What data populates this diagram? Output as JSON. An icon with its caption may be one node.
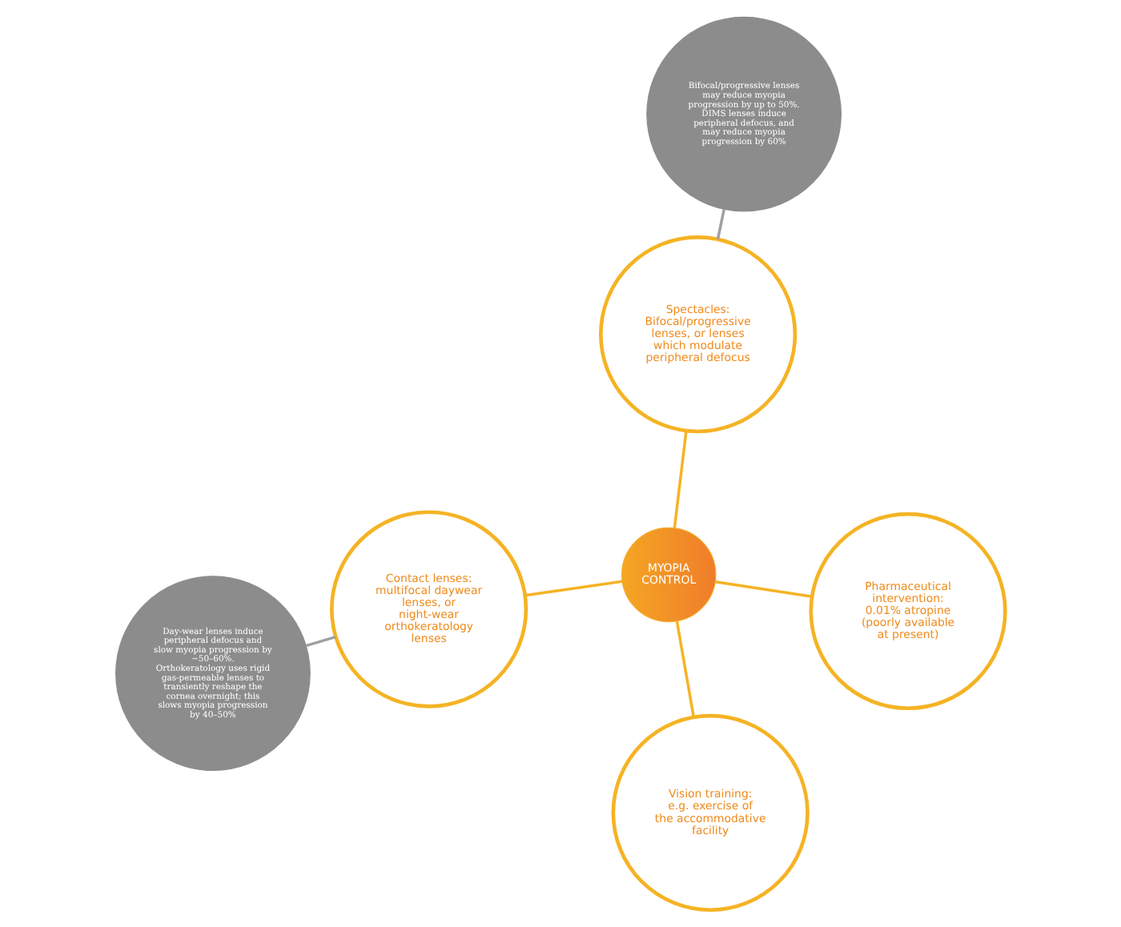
{
  "diagram": {
    "nodes": [
      {
        "text": [
          "MYOPIA CONTROL"
        ]
      },
      {
        "text": [
          "Pharmaceutical intervention: 0.01% atropine (poorly available at present)"
        ]
      },
      {
        "text": [
          "Day-wear lenses induce peripheral defocus and slow myopia progression by ~50–60%.",
          "Orthokeratology uses rigid gas-permeable lenses to transiently reshape the cornea overnight; this slows myopia progression by 40–50%"
        ]
      },
      {
        "text": [
          "Contact lenses: multifocal daywear lenses, or night-wear orthokeratology lenses"
        ]
      },
      {
        "text": [
          "Spectacles: Bifocal/progressive lenses, or lenses which modulate peripheral defocus"
        ]
      },
      {
        "text": [
          "Bifocal/progressive lenses may reduce myopia progression by up to 50%.",
          "DIMS lenses induce peripheral defocus, and may reduce myopia progression by 60%"
        ]
      },
      {
        "text": [
          "Vision training: e.g. exercise of the accommodative facility"
        ]
      }
    ],
    "edges": [
      {
        "from": 0,
        "to": 1,
        "arrow": "none"
      },
      {
        "from": 0,
        "to": 3,
        "arrow": "none"
      },
      {
        "from": 2,
        "to": 3,
        "arrow": "none",
        "color": "#a0a0a0"
      },
      {
        "from": 0,
        "to": 4,
        "arrow": "none"
      },
      {
        "from": 5,
        "to": 4,
        "arrow": "none",
        "color": "#a0a0a0"
      },
      {
        "from": 0,
        "to": 6,
        "arrow": "none"
      }
    ]
  }
}
